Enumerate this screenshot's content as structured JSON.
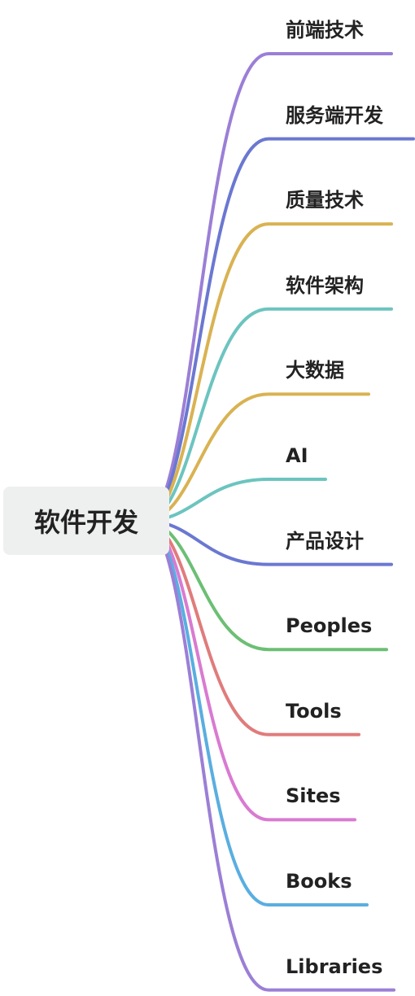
{
  "root": {
    "label": "软件开发",
    "color": "#eef0ef"
  },
  "branches": [
    {
      "label": "前端技术",
      "color": "#9b7fd6"
    },
    {
      "label": "服务端开发",
      "color": "#6b78d1"
    },
    {
      "label": "质量技术",
      "color": "#d9b252"
    },
    {
      "label": "软件架构",
      "color": "#6cc4bf"
    },
    {
      "label": "大数据",
      "color": "#d9b252"
    },
    {
      "label": "AI",
      "color": "#6cc4bf"
    },
    {
      "label": "产品设计",
      "color": "#6b78d1"
    },
    {
      "label": "Peoples",
      "color": "#6cbf74"
    },
    {
      "label": "Tools",
      "color": "#e07c7c"
    },
    {
      "label": "Sites",
      "color": "#d97ad1"
    },
    {
      "label": "Books",
      "color": "#5aaee0"
    },
    {
      "label": "Libraries",
      "color": "#9b7fd6"
    }
  ]
}
